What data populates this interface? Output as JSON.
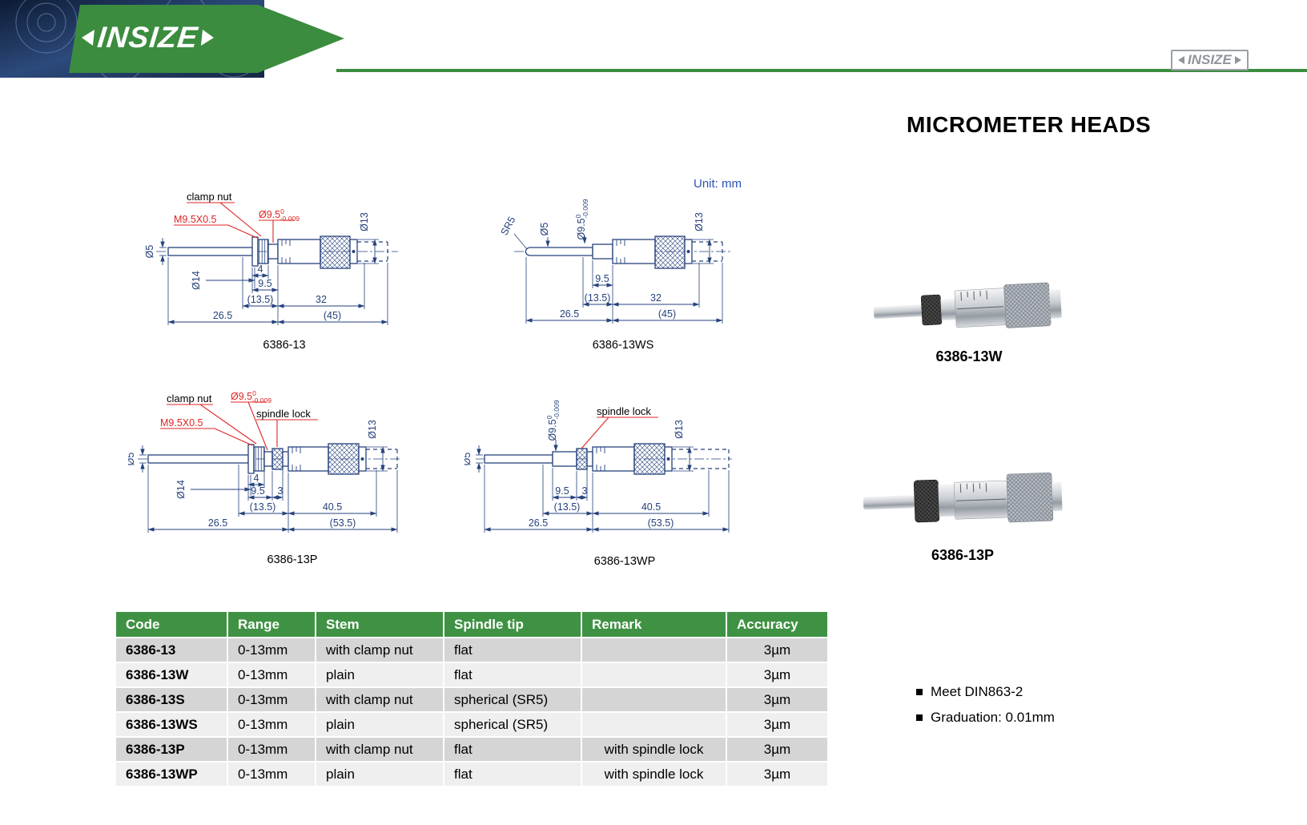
{
  "colors": {
    "brand_green": "#3b8c3f",
    "table_header_green": "#3f9243",
    "drawing_blue": "#26427c",
    "accent_red": "#e02424",
    "unit_blue": "#2b50b8"
  },
  "header": {
    "logo_text": "INSIZE",
    "corner_logo_text": "INSIZE"
  },
  "page": {
    "title": "MICROMETER HEADS",
    "unit_label": "Unit: mm"
  },
  "drawings": [
    {
      "caption": "6386-13",
      "labels": {
        "clamp_nut": "clamp nut",
        "thread": "M9.5X0.5",
        "stem_dia": "Ø9.5",
        "tol_top": "0",
        "tol_bot": "-0.009",
        "d5": "Ø5",
        "d13": "Ø13",
        "d14": "Ø14"
      },
      "dims": {
        "a": "4",
        "b": "9.5",
        "c": "(13.5)",
        "d": "32",
        "e": "26.5",
        "f": "(45)"
      }
    },
    {
      "caption": "6386-13WS",
      "labels": {
        "sr": "SR5",
        "stem_dia": "Ø9.5",
        "tol_top": "0",
        "tol_bot": "-0.009",
        "d5": "Ø5",
        "d13": "Ø13"
      },
      "dims": {
        "b": "9.5",
        "c": "(13.5)",
        "d": "32",
        "e": "26.5",
        "f": "(45)"
      }
    },
    {
      "caption": "6386-13P",
      "labels": {
        "clamp_nut": "clamp nut",
        "thread": "M9.5X0.5",
        "stem_dia": "Ø9.5",
        "tol_top": "0",
        "tol_bot": "-0.009",
        "spindle_lock": "spindle lock",
        "d5": "Ø5",
        "d13": "Ø13",
        "d14": "Ø14"
      },
      "dims": {
        "a": "4",
        "b": "9.5",
        "g": "3",
        "c": "(13.5)",
        "d": "40.5",
        "e": "26.5",
        "f": "(53.5)"
      }
    },
    {
      "caption": "6386-13WP",
      "labels": {
        "stem_dia": "Ø9.5",
        "tol_top": "0",
        "tol_bot": "-0.009",
        "spindle_lock": "spindle lock",
        "d5": "Ø5",
        "d13": "Ø13"
      },
      "dims": {
        "b": "9.5",
        "g": "3",
        "c": "(13.5)",
        "d": "40.5",
        "e": "26.5",
        "f": "(53.5)"
      }
    }
  ],
  "photos": [
    {
      "caption": "6386-13W"
    },
    {
      "caption": "6386-13P"
    }
  ],
  "table": {
    "headers": [
      "Code",
      "Range",
      "Stem",
      "Spindle tip",
      "Remark",
      "Accuracy"
    ],
    "rows": [
      [
        "6386-13",
        "0-13mm",
        "with clamp nut",
        "flat",
        "",
        "3µm"
      ],
      [
        "6386-13W",
        "0-13mm",
        "plain",
        "flat",
        "",
        "3µm"
      ],
      [
        "6386-13S",
        "0-13mm",
        "with clamp nut",
        "spherical (SR5)",
        "",
        "3µm"
      ],
      [
        "6386-13WS",
        "0-13mm",
        "plain",
        "spherical (SR5)",
        "",
        "3µm"
      ],
      [
        "6386-13P",
        "0-13mm",
        "with clamp nut",
        "flat",
        "with spindle lock",
        "3µm"
      ],
      [
        "6386-13WP",
        "0-13mm",
        "plain",
        "flat",
        "with spindle lock",
        "3µm"
      ]
    ]
  },
  "notes": [
    "Meet DIN863-2",
    "Graduation: 0.01mm"
  ]
}
